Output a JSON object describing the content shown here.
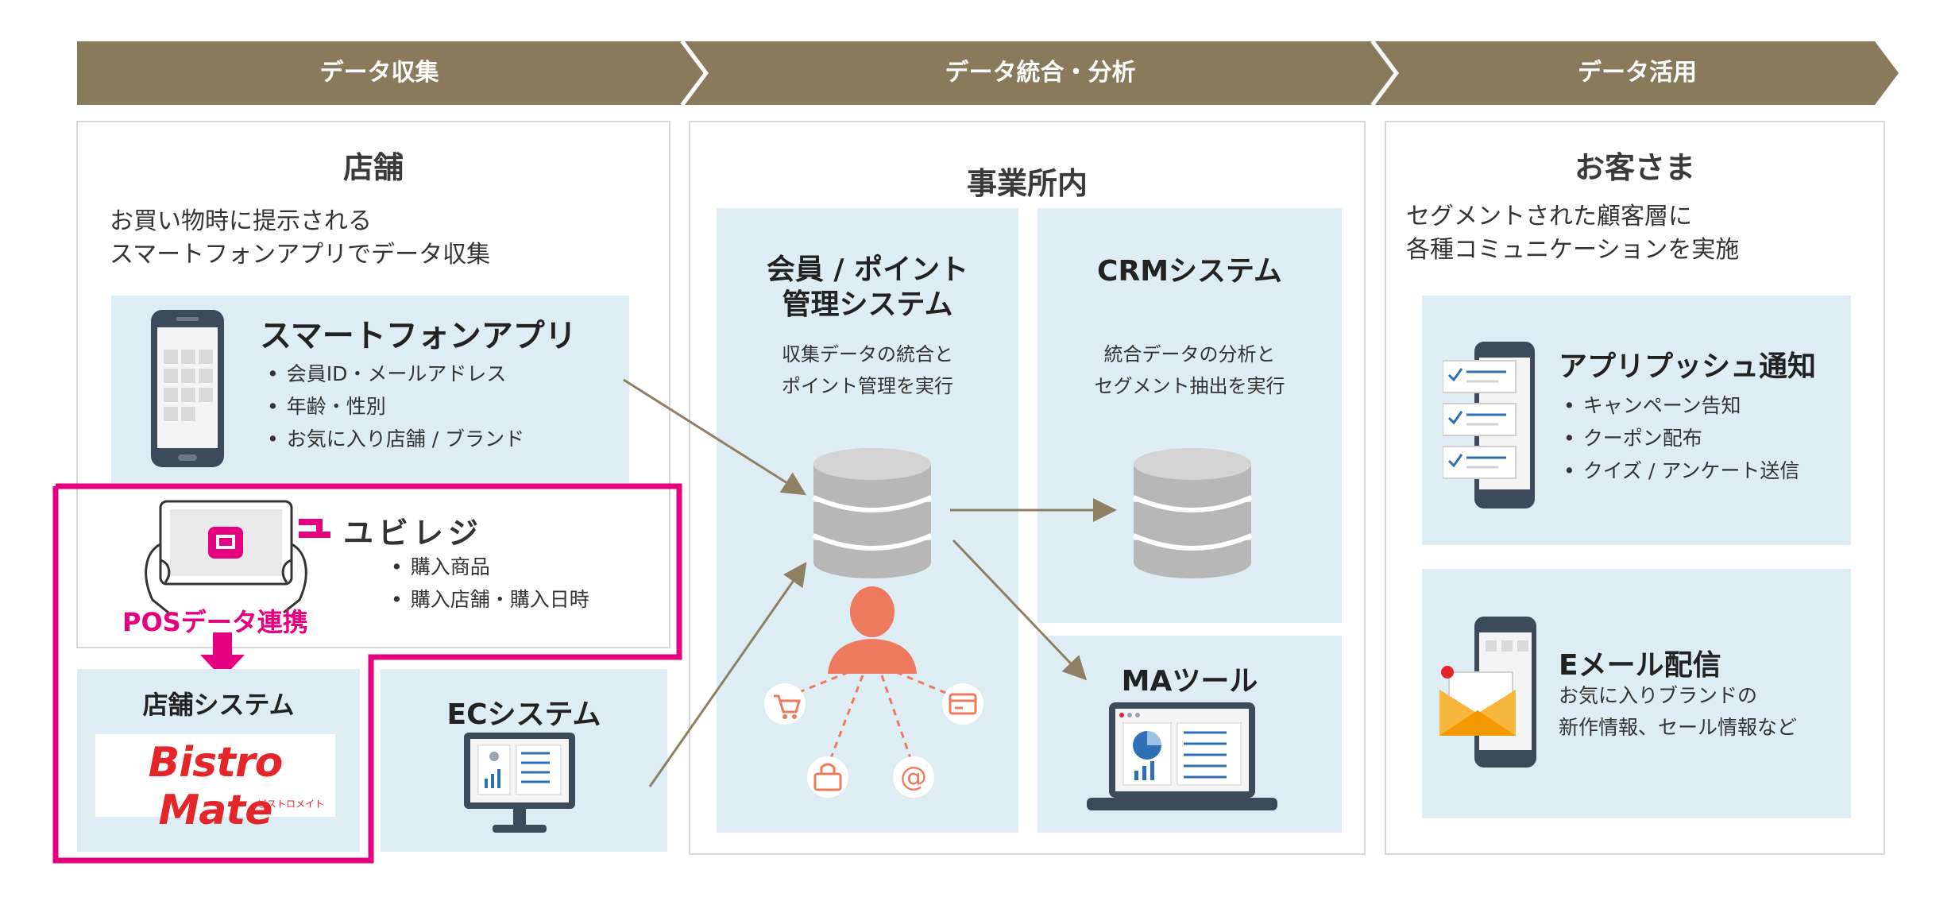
{
  "stages": [
    "データ収集",
    "データ統合・分析",
    "データ活用"
  ],
  "store": {
    "title": "店舗",
    "desc": [
      "お買い物時に提示される",
      "スマートフォンアプリでデータ収集"
    ],
    "app": {
      "title": "スマートフォンアプリ",
      "items": [
        "会員ID・メールアドレス",
        "年齢・性別",
        "お気に入り店舗 / ブランド"
      ]
    },
    "pos": {
      "brand": "ユビレジ",
      "items": [
        "購入商品",
        "購入店舗・購入日時"
      ],
      "link_label": "POSデータ連携"
    },
    "store_system": {
      "title": "店舗システム",
      "logo": "Bistro Mate",
      "logo_sub": "ビストロメイト"
    },
    "ec": {
      "title": "ECシステム"
    }
  },
  "office": {
    "title": "事業所内",
    "member": {
      "title": [
        "会員 / ポイント",
        "管理システム"
      ],
      "desc": [
        "収集データの統合と",
        "ポイント管理を実行"
      ]
    },
    "crm": {
      "title": "CRMシステム",
      "desc": [
        "統合データの分析と",
        "セグメント抽出を実行"
      ]
    },
    "ma": {
      "title": "MAツール"
    },
    "channel_icons": [
      "cart-icon",
      "card-icon",
      "bag-icon",
      "at-icon"
    ],
    "at_symbol": "@"
  },
  "customer": {
    "title": "お客さま",
    "desc": [
      "セグメントされた顧客層に",
      "各種コミュニケーションを実施"
    ],
    "push": {
      "title": "アプリプッシュ通知",
      "items": [
        "キャンペーン告知",
        "クーポン配布",
        "クイズ / アンケート送信"
      ]
    },
    "email": {
      "title": "Eメール配信",
      "desc": [
        "お気に入りブランドの",
        "新作情報、セール情報など"
      ]
    }
  },
  "colors": {
    "banner": "#8a7a5c",
    "panel_border": "#d8d8d8",
    "blue_box": "#ddedf3",
    "highlight": "#e4007f",
    "arrow": "#8f8064",
    "person": "#ee7a5e",
    "db_gray": "#b7b7b7"
  }
}
